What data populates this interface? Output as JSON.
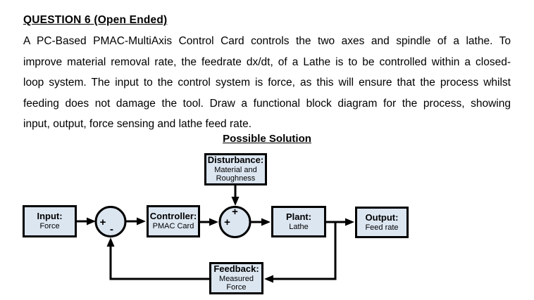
{
  "document": {
    "title": "QUESTION 6 (Open Ended)",
    "paragraph_lines": [
      "A PC-Based PMAC-MultiAxis Control Card controls the two axes and spindle of a lathe.  To",
      "improve material removal rate, the feedrate dx/dt, of a Lathe is to be controlled within a closed-",
      "loop system.  The input to the control system is force, as this will ensure that the process whilst",
      "feeding does not damage the tool.  Draw a functional block diagram for the process, showing",
      "input, output, force sensing and lathe feed rate."
    ],
    "solution_heading": "Possible Solution"
  },
  "diagram": {
    "blocks": {
      "input": {
        "title": "Input:",
        "sub": "Force"
      },
      "controller": {
        "title": "Controller:",
        "sub": "PMAC Card"
      },
      "disturbance": {
        "title": "Disturbance:",
        "sub": "Material and\nRoughness"
      },
      "plant": {
        "title": "Plant:",
        "sub": "Lathe"
      },
      "output": {
        "title": "Output:",
        "sub": "Feed rate"
      },
      "feedback": {
        "title": "Feedback:",
        "sub": "Measured\nForce"
      }
    },
    "junction1": {
      "left_sign": "+",
      "bottom_sign": "-"
    },
    "junction2": {
      "top_sign": "+",
      "left_sign": "+"
    },
    "colors": {
      "block_fill": "#dce6f1",
      "block_border": "#000000",
      "line": "#000000"
    }
  }
}
